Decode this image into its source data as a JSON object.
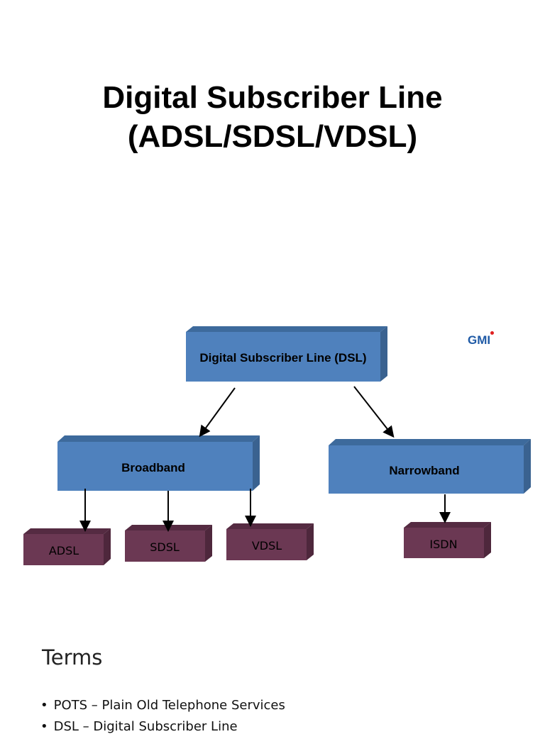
{
  "slide": {
    "title_line1": "Digital Subscriber Line",
    "title_line2": "(ADSL/SDSL/VDSL)"
  },
  "diagram": {
    "root": "Digital Subscriber Line (DSL)",
    "categories": [
      "Broadband",
      "Narrowband"
    ],
    "broadband_types": [
      "ADSL",
      "SDSL",
      "VDSL"
    ],
    "narrowband_types": [
      "ISDN"
    ],
    "colors": {
      "category_box": "#4f81bd",
      "type_box": "#6b3853",
      "arrow": "#000000"
    }
  },
  "logo": {
    "text": "GMI"
  },
  "terms": {
    "heading": "Terms",
    "items": [
      "POTS – Plain Old Telephone Services",
      "DSL – Digital Subscriber Line"
    ]
  }
}
